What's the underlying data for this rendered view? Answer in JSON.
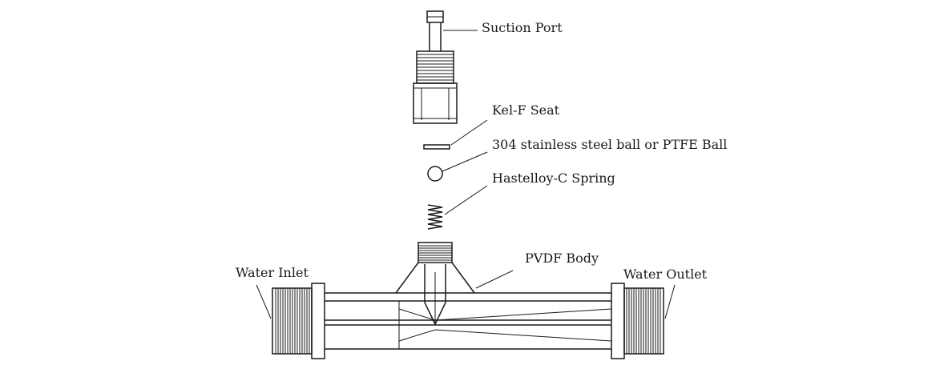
{
  "labels": {
    "suction_port": "Suction Port",
    "kel_f_seat": "Kel-F Seat",
    "ball": "304 stainless steel ball or PTFE Ball",
    "spring": "Hastelloy-C Spring",
    "body": "PVDF Body",
    "water_inlet": "Water Inlet",
    "water_outlet": "Water Outlet"
  },
  "colors": {
    "line": "#1a1a1a",
    "background": "#ffffff"
  }
}
